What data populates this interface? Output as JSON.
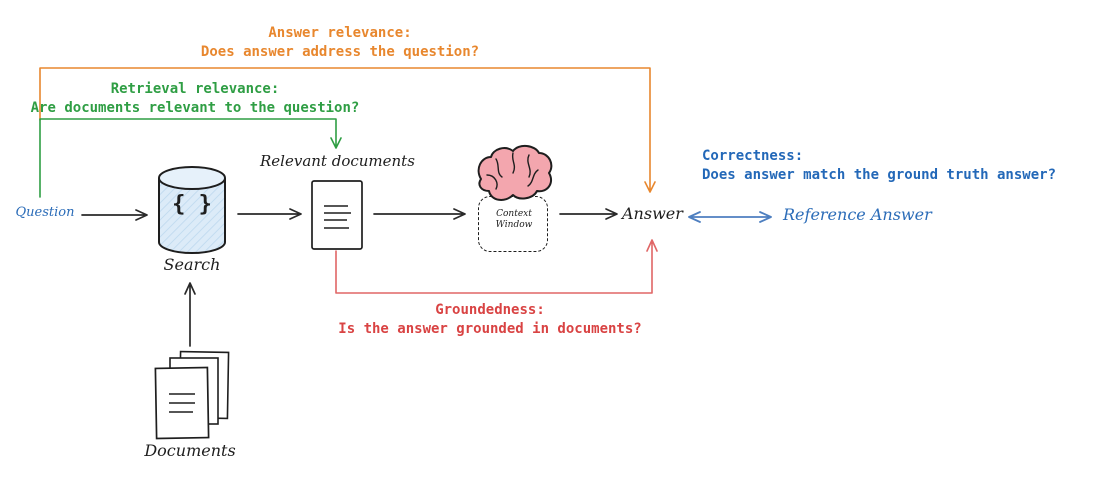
{
  "nodes": {
    "question": {
      "label": "Question"
    },
    "search": {
      "label": "Search",
      "glyph": "{ }"
    },
    "relevant_documents": {
      "label": "Relevant documents"
    },
    "context_window": {
      "line1": "Context",
      "line2": "Window"
    },
    "answer": {
      "label": "Answer"
    },
    "reference_answer": {
      "label": "Reference Answer"
    },
    "documents": {
      "label": "Documents"
    }
  },
  "annotations": {
    "answer_relevance": {
      "title": "Answer relevance:",
      "question": "Does answer address the question?",
      "color": "#e8872e"
    },
    "retrieval_relevance": {
      "title": "Retrieval relevance:",
      "question": "Are documents relevant to the question?",
      "color": "#2f9e44"
    },
    "groundedness": {
      "title": "Groundedness:",
      "question": "Is the answer grounded in documents?",
      "color": "#d94343"
    },
    "correctness": {
      "title": "Correctness:",
      "question": "Does answer match the ground truth answer?",
      "color": "#2368b8"
    }
  },
  "icons": {
    "database_icon": "cylinder database with curly-braces glyph",
    "document_icon": "single page with text lines",
    "documents_stack_icon": "stack of three pages",
    "brain_icon": "pink brain over dashed context window box"
  },
  "colors": {
    "ink": "#1e1e1e",
    "orange": "#e8872e",
    "green": "#2f9e44",
    "red_text": "#d94343",
    "red_line": "#e06666",
    "blue_text": "#2368b8",
    "blue_handwriting": "#2b6cb8",
    "blue_arrow": "#4e7fc0",
    "database_fill": "#dcebf8",
    "brain_fill": "#f3a6ae"
  }
}
